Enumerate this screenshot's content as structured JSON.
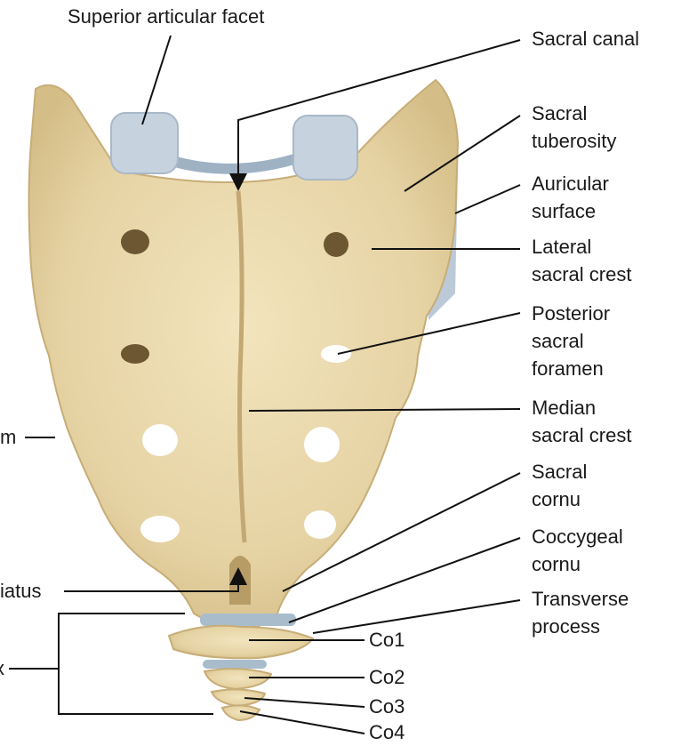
{
  "labels": {
    "superior_articular_facet": "Superior articular facet",
    "sacral_canal": "Sacral canal",
    "sacral_tuberosity": [
      "Sacral",
      "tuberosity"
    ],
    "auricular_surface": [
      "Auricular",
      "surface"
    ],
    "lateral_sacral_crest": [
      "Lateral",
      "sacral crest"
    ],
    "posterior_sacral_foramen": [
      "Posterior",
      "sacral",
      "foramen"
    ],
    "median_sacral_crest": [
      "Median",
      "sacral crest"
    ],
    "sacral_cornu": [
      "Sacral",
      "cornu"
    ],
    "coccygeal_cornu": [
      "Coccygeal",
      "cornu"
    ],
    "transverse_process": [
      "Transverse",
      "process"
    ],
    "co1": "Co1",
    "co2": "Co2",
    "co3": "Co3",
    "co4": "Co4",
    "left_cut_1": "m",
    "left_cut_2": "iatus",
    "left_cut_3": "x"
  },
  "colors": {
    "bone": "#e9d7ab",
    "bone_shadow": "#c9b07a",
    "cartilage": "#c3cfdb",
    "leader_line": "#111111"
  }
}
